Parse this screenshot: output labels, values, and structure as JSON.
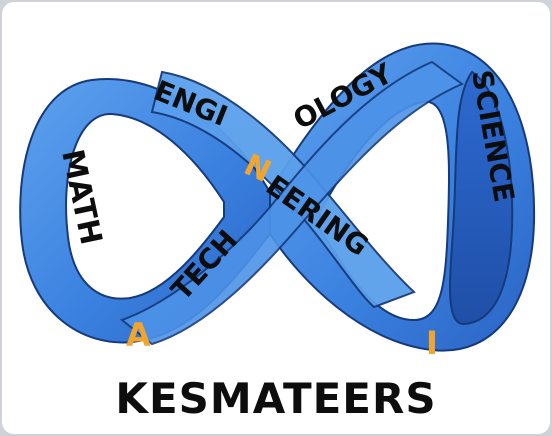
{
  "logo": {
    "brand_name": "KESMATEERS",
    "band_words": {
      "math": "MATH",
      "engi": "ENGI",
      "n": "N",
      "eering": "EERING",
      "tech": "TECH",
      "ology": "OLOGY",
      "science": "SCIENCE",
      "a": "A",
      "i": "I"
    },
    "colors": {
      "band_light": "#4f96ea",
      "band_mid": "#2f6fd6",
      "band_dark": "#1f4fa8",
      "outline": "#163a7a",
      "text": "#0d0d0d",
      "accent": "#f2a52e",
      "background": "#ffffff"
    }
  }
}
